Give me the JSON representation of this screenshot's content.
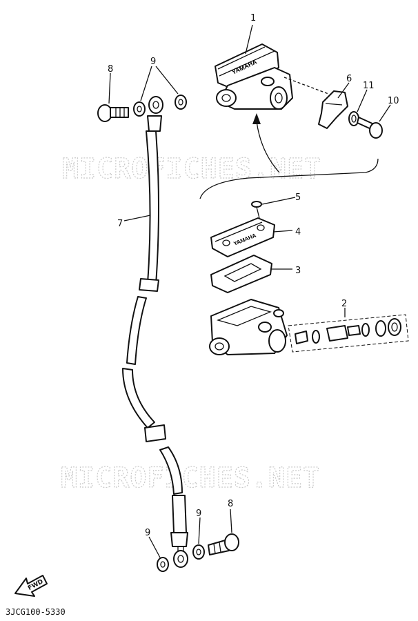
{
  "diagram": {
    "watermark": "MICROFICHES.NET",
    "drawing_code": "3JCG100-5330",
    "direction_label": "FWD",
    "logo_text": "YAMAHA"
  },
  "callouts": {
    "c1": "1",
    "c2": "2",
    "c3": "3",
    "c4": "4",
    "c5": "5",
    "c6": "6",
    "c7": "7",
    "c8_top": "8",
    "c8_bottom": "8",
    "c9_top": "9",
    "c9_bottom_left": "9",
    "c9_bottom_right": "9",
    "c10": "10",
    "c11": "11"
  }
}
